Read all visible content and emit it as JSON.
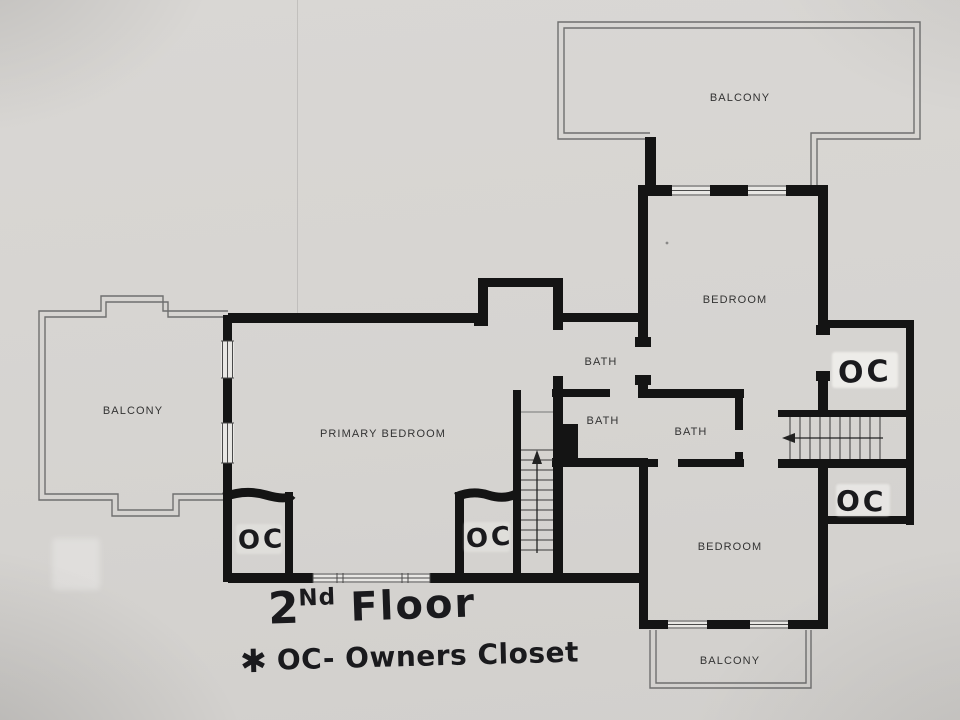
{
  "plan": {
    "labels": {
      "balcony_top": "BALCONY",
      "bedroom_top": "BEDROOM",
      "bath_1": "BATH",
      "bath_2": "BATH",
      "bath_3": "BATH",
      "primary_bedroom": "PRIMARY BEDROOM",
      "balcony_left": "BALCONY",
      "bedroom_bottom": "BEDROOM",
      "balcony_bottom": "BALCONY"
    },
    "annotations": {
      "oc_top_right": "OC",
      "oc_bottom_right": "OC",
      "oc_primary_left": "OC",
      "oc_primary_mid": "OC",
      "title_number": "2",
      "title_ordinal": "Nd",
      "title_word": "Floor",
      "legend_marker": "✱",
      "legend_text": "OC- Owners Closet"
    },
    "colors": {
      "paper": "#d6d4d1",
      "wall": "#141414",
      "thin_line": "#6f6f6f",
      "ink": "#1a1a1d",
      "label": "#333333"
    }
  }
}
